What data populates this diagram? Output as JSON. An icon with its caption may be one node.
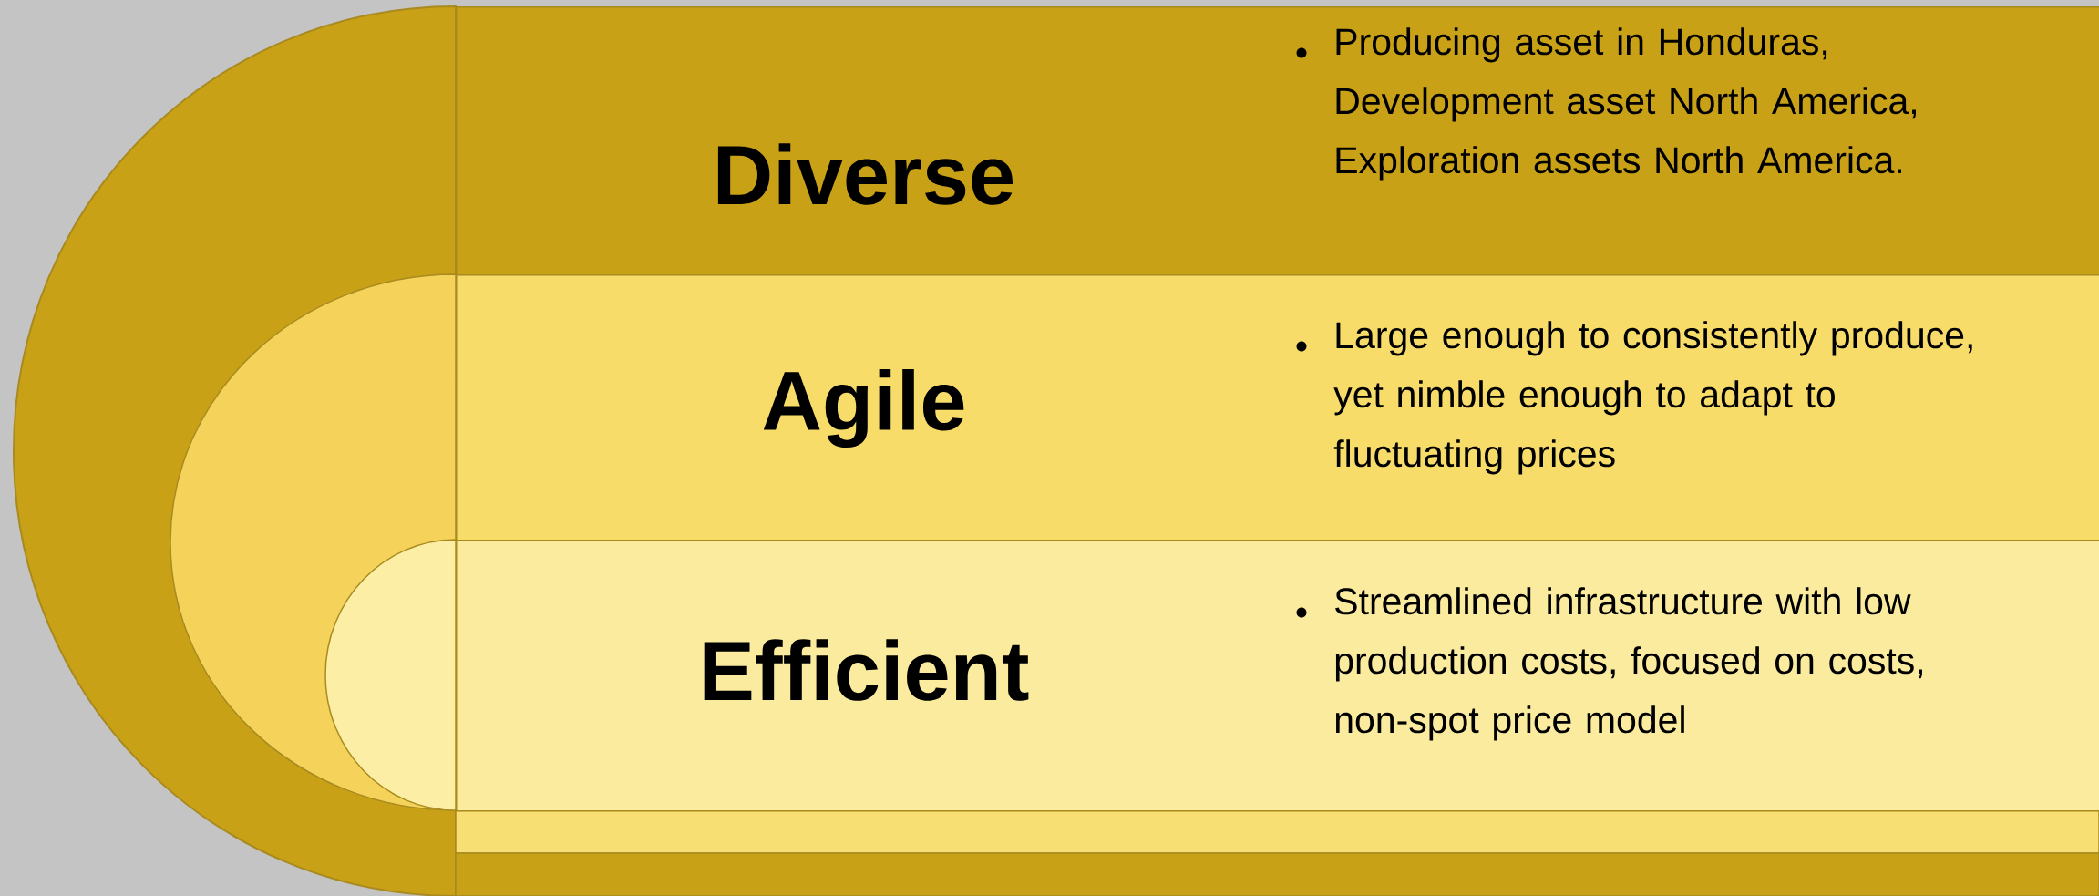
{
  "diagram": {
    "nodes": [
      {
        "text": [
          "Diverse",
          "Producing asset in Honduras, Development asset North America, Exploration assets North America."
        ]
      },
      {
        "text": [
          "Agile",
          "Large enough to consistently produce, yet nimble enough to adapt to fluctuating prices"
        ]
      },
      {
        "text": [
          "Efficient",
          "Streamlined infrastructure with low production costs, focused on costs, non-spot price model"
        ]
      }
    ]
  }
}
